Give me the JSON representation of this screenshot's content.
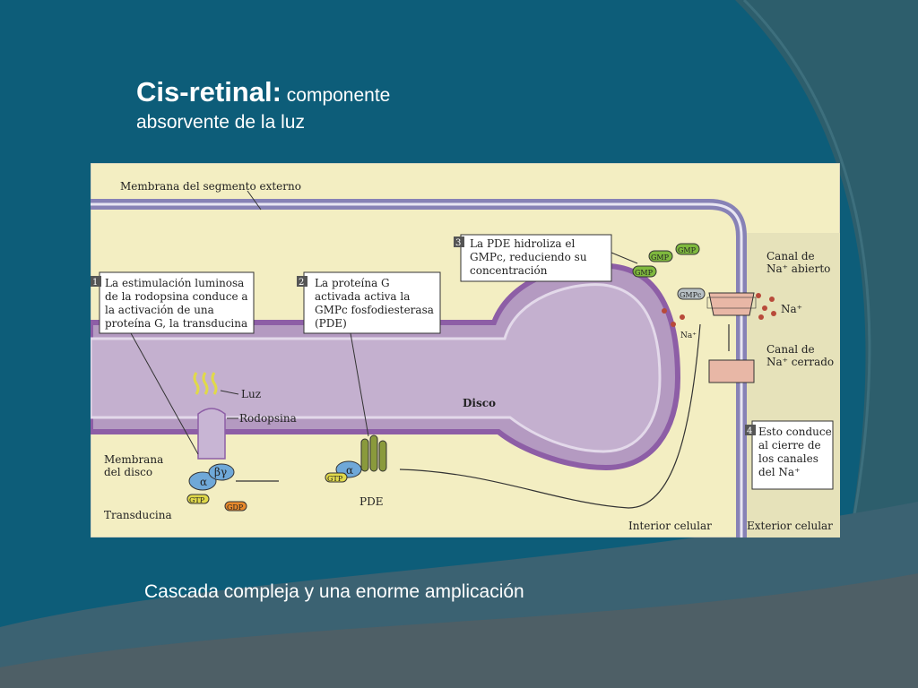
{
  "slide": {
    "title_bold": "Cis-retinal:",
    "title_rest_1": "componente",
    "title_rest_2": "absorvente de la luz",
    "caption": "Cascada compleja y una enorme amplicación"
  },
  "figure": {
    "membrane_outer_label": "Membrana del segmento externo",
    "disc_label": "Disco",
    "disc_membrane_label_1": "Membrana",
    "disc_membrane_label_2": "del disco",
    "transducin_label": "Transducina",
    "light_label": "Luz",
    "rhodopsin_label": "Rodopsina",
    "pde_label": "PDE",
    "interior_label": "Interior celular",
    "exterior_label": "Exterior celular",
    "channel_open_1": "Canal de",
    "channel_open_2": "Na⁺ abierto",
    "channel_closed_1": "Canal de",
    "channel_closed_2": "Na⁺ cerrado",
    "na_label": "Na⁺",
    "na_small_label": "Na⁺",
    "gtp": "GTP",
    "gdp": "GDP",
    "gmp": "GMP",
    "gmpc": "GMPc",
    "alpha": "α",
    "betagamma": "βγ",
    "steps": [
      {
        "num": "1",
        "lines": [
          "La estimulación luminosa",
          "de la rodopsina conduce a",
          "la activación de una",
          "proteína G, la transducina"
        ]
      },
      {
        "num": "2",
        "lines": [
          "La proteína G",
          "activada activa la",
          "GMPc fosfodiesterasa",
          "(PDE)"
        ]
      },
      {
        "num": "3",
        "lines": [
          "La PDE hidroliza el",
          "GMPc, reduciendo su",
          "concentración"
        ]
      },
      {
        "num": "4",
        "lines": [
          "Esto conduce",
          "al cierre de",
          "los canales",
          "del Na⁺"
        ]
      }
    ]
  }
}
